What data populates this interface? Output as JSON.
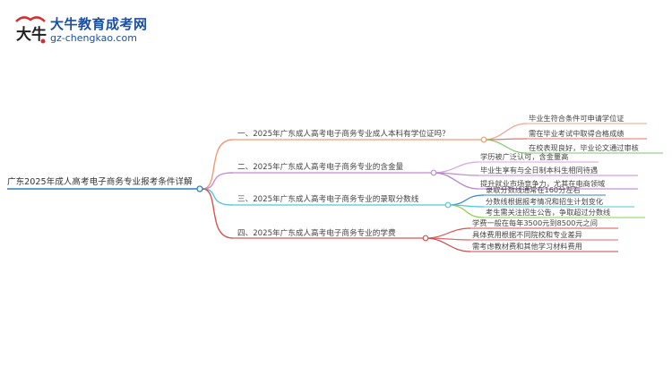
{
  "header": {
    "site_name": "大牛教育成考网",
    "site_url": "gz-chengkao.com",
    "logo_glyph": "大牛"
  },
  "mindmap": {
    "root": "广东2025年成人高考电子商务专业报考条件详解",
    "branches": [
      {
        "label": "一、2025年广东成人高考电子商务专业成人本科有学位证吗？",
        "color": "#f39a72",
        "leaves": [
          {
            "label": "毕业生符合条件可申请学位证",
            "color": "#f2a28f"
          },
          {
            "label": "需在毕业考试中取得合格成绩",
            "color": "#ef6f6f"
          },
          {
            "label": "在校表现良好，毕业论文通过审核",
            "color": "#7bc96f"
          }
        ]
      },
      {
        "label": "二、2025年广东成人高考电子商务专业的含金量",
        "color": "#c48bd8",
        "leaves": [
          {
            "label": "学历被广泛认可，含金量高",
            "color": "#d8a2e2"
          },
          {
            "label": "毕业生享有与全日制本科生相同待遇",
            "color": "#c48bd8"
          },
          {
            "label": "提升就业市场竞争力，尤其在电商领域",
            "color": "#b07ac8"
          }
        ]
      },
      {
        "label": "三、2025年广东成人高考电子商务专业的录取分数线",
        "color": "#4fc9dc",
        "leaves": [
          {
            "label": "录取分数线通常在160分左右",
            "color": "#2f86c8"
          },
          {
            "label": "分数线根据报考情况和招生计划变化",
            "color": "#4fc9dc"
          },
          {
            "label": "考生需关注招生公告，争取超过分数线",
            "color": "#8bcf4e"
          }
        ]
      },
      {
        "label": "四、2025年广东成人高考电子商务专业的学费",
        "color": "#d9534f",
        "leaves": [
          {
            "label": "学费一般在每年3500元到8500元之间",
            "color": "#d9534f"
          },
          {
            "label": "具体费用根据不同院校和专业差异",
            "color": "#e7646a"
          },
          {
            "label": "需考虑教材费和其他学习材料费用",
            "color": "#c9474a"
          }
        ]
      }
    ]
  },
  "colors": {
    "root_line": "#2f7fc1",
    "brand": "#1b4fa3"
  }
}
